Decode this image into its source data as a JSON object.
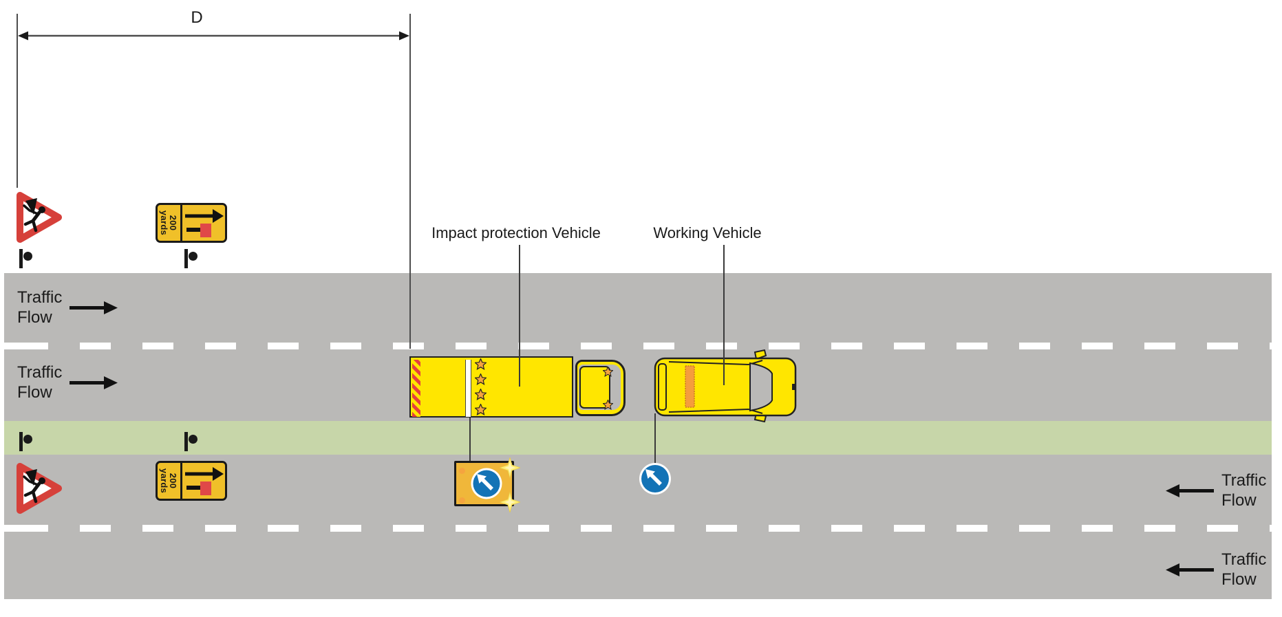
{
  "dimension": {
    "label": "D"
  },
  "vehicle_labels": {
    "impact": "Impact protection Vehicle",
    "working": "Working Vehicle"
  },
  "traffic_flows": [
    {
      "line1": "Traffic",
      "line2": "Flow",
      "direction": "right"
    },
    {
      "line1": "Traffic",
      "line2": "Flow",
      "direction": "right"
    },
    {
      "line1": "Traffic",
      "line2": "Flow",
      "direction": "left"
    },
    {
      "line1": "Traffic",
      "line2": "Flow",
      "direction": "left"
    }
  ],
  "distance_sign": {
    "line1": "200",
    "line2": "yards"
  },
  "colors": {
    "road": "#bab9b7",
    "verge": "#c7d6a9",
    "vehicle_yellow": "#ffe600",
    "sign_amber": "#f0c029",
    "board_amber": "#f0b73a",
    "sign_blue": "#1373b6",
    "warning_red": "#d6403a",
    "chevron_red": "#e63f3f",
    "closed_red": "#e04848",
    "star_orange": "#f5a43f",
    "sparkle_yellow": "#ffee75",
    "stripe_orange": "#f59d3d",
    "line_dark": "#4d4d4d"
  }
}
